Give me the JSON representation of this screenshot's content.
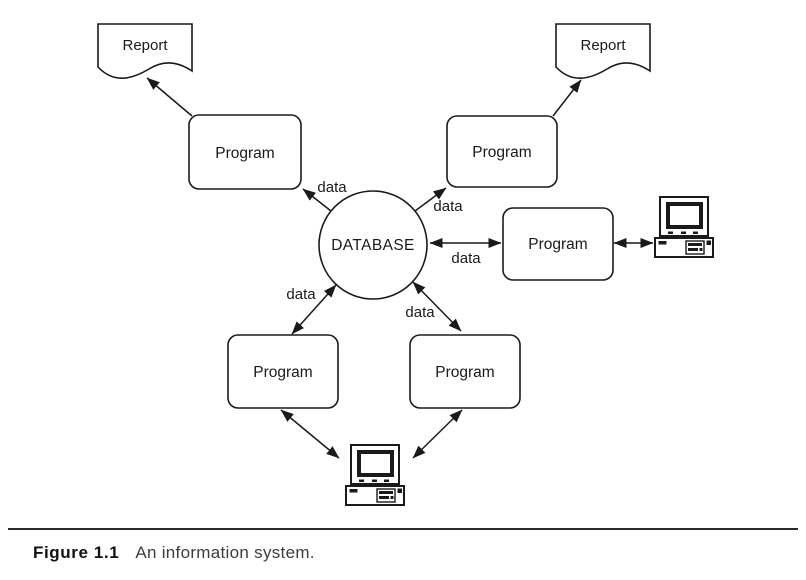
{
  "figure": {
    "caption_label": "Figure 1.1",
    "caption_text": "An information system."
  },
  "diagram": {
    "database": {
      "label": "DATABASE"
    },
    "reports": [
      {
        "label": "Report"
      },
      {
        "label": "Report"
      }
    ],
    "programs": [
      {
        "label": "Program"
      },
      {
        "label": "Program"
      },
      {
        "label": "Program"
      },
      {
        "label": "Program"
      },
      {
        "label": "Program"
      }
    ],
    "edge_labels": [
      {
        "label": "data"
      },
      {
        "label": "data"
      },
      {
        "label": "data"
      },
      {
        "label": "data"
      },
      {
        "label": "data"
      }
    ],
    "icons": [
      {
        "name": "desktop-computer-icon"
      },
      {
        "name": "desktop-computer-icon"
      }
    ]
  },
  "colors": {
    "background": "#ffffff",
    "line": "#1a1a1a",
    "text": "#1a1a1a"
  }
}
